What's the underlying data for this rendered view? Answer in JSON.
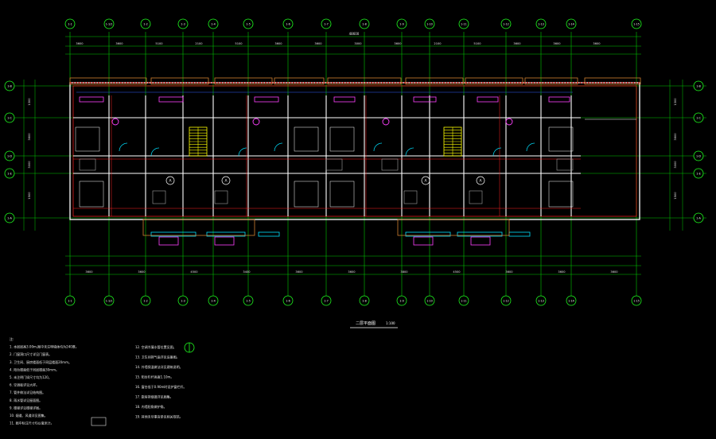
{
  "drawing": {
    "title": "二层平面图",
    "scale": "1:100",
    "colors": {
      "background": "#000000",
      "grid_lines": "#00c800",
      "axis_circles": "#20ff20",
      "walls": "#ffffff",
      "red_lines": "#ff2020",
      "magenta": "#ff40ff",
      "cyan": "#00e0ff",
      "yellow": "#ffff00",
      "orange_boxes": "#d08030",
      "blue": "#3060ff"
    }
  },
  "axes": {
    "top": [
      "1-1",
      "1-1/1",
      "1-2",
      "1-3",
      "1-4",
      "1-5",
      "1-6",
      "1-7",
      "1-8",
      "1-9",
      "1-10",
      "1-11",
      "1-12",
      "1-13",
      "1-14",
      "1-15"
    ],
    "bottom": [
      "1-1",
      "1-1/1",
      "1-2",
      "1-3",
      "1-4",
      "1-5",
      "1-6",
      "1-7",
      "1-8",
      "1-9",
      "1-10",
      "1-11",
      "1-12",
      "1-13",
      "1-14",
      "1-15"
    ],
    "left": [
      "1-B",
      "1-C",
      "1-D",
      "1-E",
      "1-A"
    ],
    "right": [
      "1-B",
      "1-C",
      "1-D",
      "1-E",
      "1-A"
    ]
  },
  "dimensions": {
    "overall": "48600",
    "top_row": [
      "3600",
      "3600",
      "5100",
      "2100",
      "5100",
      "3600",
      "3600",
      "3000",
      "3600",
      "2100",
      "5100",
      "3600",
      "3600",
      "3600"
    ],
    "bottom_row": [
      "3600",
      "3600",
      "4500",
      "3400",
      "3600",
      "3600",
      "3800",
      "4500",
      "3600",
      "3600",
      "3600"
    ],
    "left_side": [
      "1300",
      "3600",
      "3000",
      "1500"
    ],
    "right_side": [
      "1300",
      "3600",
      "3000",
      "1500"
    ]
  },
  "notes": {
    "left": [
      "注:",
      "1. 本层层高3.00m,图中未注明墙体均为240厚。",
      "2. 门窗洞口尺寸详见门窗表。",
      "3. 卫生间、厨房楼面低于同层楼面20mm。",
      "4. 阳台楼面低于同层楼面30mm。",
      "5. 未注明门垛尺寸均为120。",
      "6. 空调板详见大样。",
      "7. 管井做法详见结构图。",
      "8. 雨水管详见屋面图。",
      "9. 楼梯详见楼梯详图。",
      "10. 烟道、风道详见图集。",
      "11. 图中标注尺寸均以毫米计。"
    ],
    "right": [
      "12. 空调冷凝水管位置见图。",
      "13. 卫生间排气扇详见设备图。",
      "14. 外墙保温做法详见建筑说明。",
      "15. 阳台栏杆高度1.10m。",
      "16. 窗台低于0.90m时设护窗栏杆。",
      "17. 厨房排烟道详见图集。",
      "18. 内墙阳角做护角。",
      "19. 其他未尽事宜参见相关规范。"
    ]
  }
}
